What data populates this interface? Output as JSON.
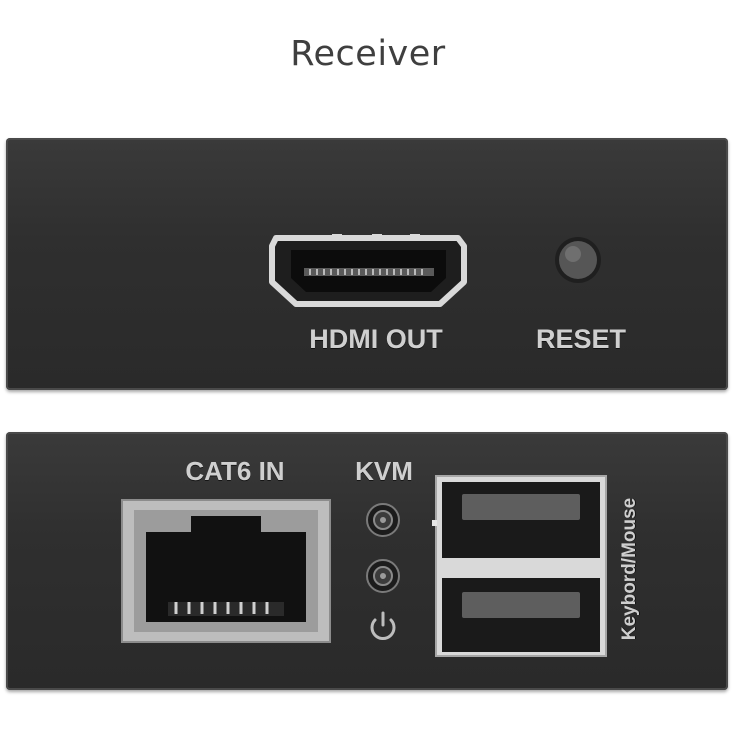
{
  "title": "Receiver",
  "front_panel": {
    "hdmi_label": "HDMI OUT",
    "reset_label": "RESET"
  },
  "back_panel": {
    "cat6_label": "CAT6 IN",
    "kvm_label": "KVM",
    "keyboard_label": "Keybord/Mouse",
    "power_icon": "power-icon"
  },
  "colors": {
    "housing": "#2f2f2f",
    "label": "#cfcfcf",
    "port_frame": "#bdbdbd"
  }
}
